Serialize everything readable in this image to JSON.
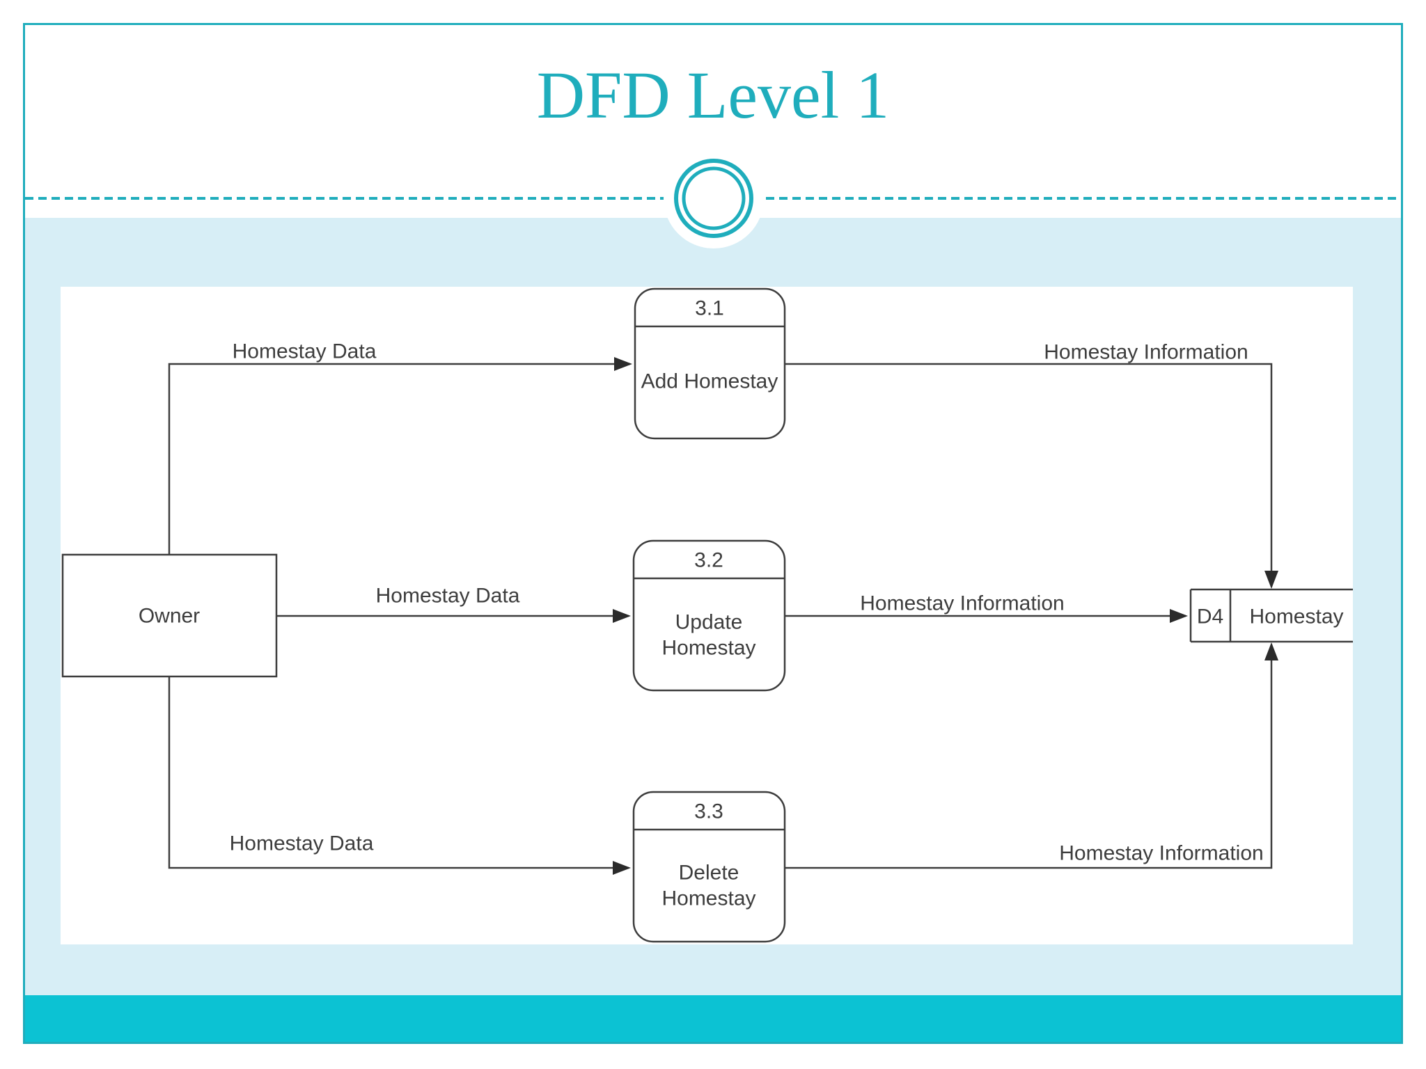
{
  "slide": {
    "title": "DFD Level 1"
  },
  "colors": {
    "teal_accent": "#1fadbc",
    "teal_bar": "#0cc2d3",
    "light_blue": "#d7eef6",
    "diagram_ink": "#3d3d3d",
    "panel_bg": "#ffffff"
  },
  "diagram": {
    "external_entity": {
      "label": "Owner"
    },
    "processes": [
      {
        "number": "3.1",
        "name": "Add Homestay"
      },
      {
        "number": "3.2",
        "name_line1": "Update",
        "name_line2": "Homestay"
      },
      {
        "number": "3.3",
        "name_line1": "Delete",
        "name_line2": "Homestay"
      }
    ],
    "data_store": {
      "id": "D4",
      "name": "Homestay"
    },
    "flows": [
      {
        "from": "Owner",
        "to": "3.1",
        "label": "Homestay Data"
      },
      {
        "from": "Owner",
        "to": "3.2",
        "label": "Homestay Data"
      },
      {
        "from": "Owner",
        "to": "3.3",
        "label": "Homestay Data"
      },
      {
        "from": "3.1",
        "to": "D4",
        "label": "Homestay Information"
      },
      {
        "from": "3.2",
        "to": "D4",
        "label": "Homestay Information"
      },
      {
        "from": "3.3",
        "to": "D4",
        "label": "Homestay Information"
      }
    ]
  }
}
